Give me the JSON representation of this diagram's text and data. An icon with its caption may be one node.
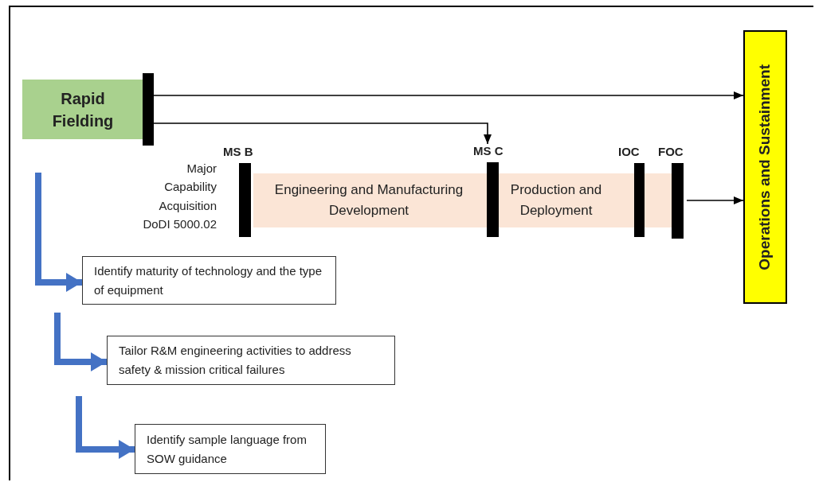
{
  "diagram": {
    "nodes": [
      {
        "text": [
          "Rapid Fielding"
        ]
      },
      {
        "text": [],
        "shape": "bar"
      },
      {
        "text": [
          "Operations and Sustainment"
        ]
      },
      {
        "text": [
          "Engineering and Manufacturing Development",
          "Production and Deployment"
        ]
      },
      {
        "text": [
          "MS B"
        ]
      },
      {
        "text": [
          "MS C"
        ]
      },
      {
        "text": [
          "IOC"
        ]
      },
      {
        "text": [
          "FOC"
        ]
      },
      {
        "text": [
          "Identify maturity of technology and the type of equipment"
        ]
      },
      {
        "text": [
          "Tailor R&M engineering activities to address safety & mission critical failures"
        ]
      },
      {
        "text": [
          "Identify sample language from SOW guidance"
        ]
      }
    ],
    "edges": [
      {
        "from": 1,
        "to": 2,
        "arrow": "to"
      },
      {
        "from": 1,
        "to": 5,
        "arrow": "to"
      },
      {
        "from": 7,
        "to": 2,
        "arrow": "to"
      },
      {
        "from": null,
        "to": 8,
        "arrow": "to",
        "style": "thick",
        "color": "#4472c4"
      },
      {
        "from": null,
        "to": 9,
        "arrow": "to",
        "style": "thick",
        "color": "#4472c4"
      },
      {
        "from": null,
        "to": 10,
        "arrow": "to",
        "style": "thick",
        "color": "#4472c4"
      }
    ],
    "labels": [
      "Major Capability Acquisition DoDI 5000.02"
    ]
  }
}
